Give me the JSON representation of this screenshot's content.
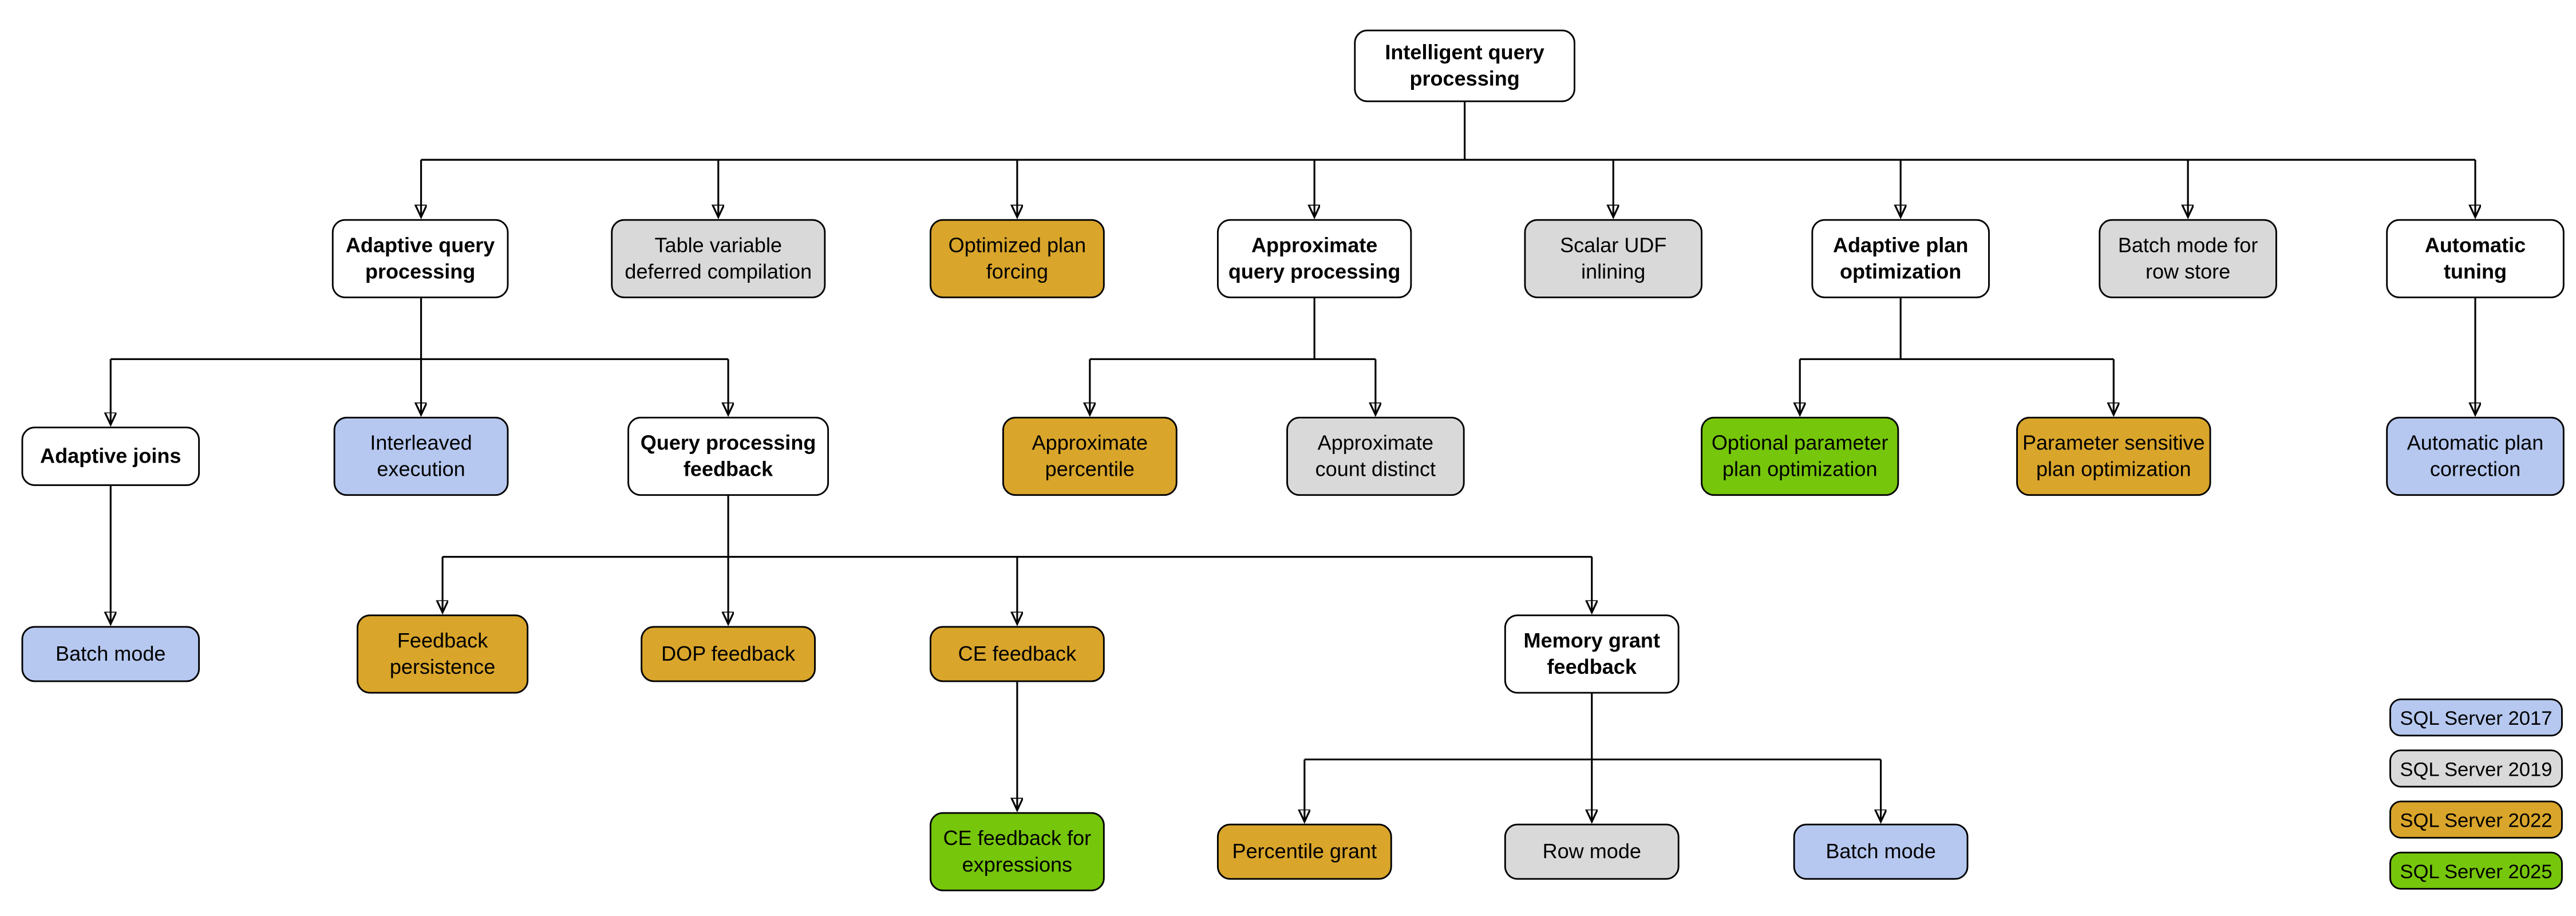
{
  "palette": {
    "category": "#FFFFFF",
    "version_2017": "#B6C8F0",
    "version_2019": "#D9D9D9",
    "version_2022": "#D9A52B",
    "version_2025": "#76C60C",
    "border": "#000000"
  },
  "nodes": {
    "intelligent_query_processing": {
      "label": "Intelligent query processing",
      "version": "category"
    },
    "adaptive_query_processing": {
      "label": "Adaptive query processing",
      "version": "category"
    },
    "table_variable_deferred_compilation": {
      "label": "Table variable deferred compilation",
      "version": "SQL Server 2019"
    },
    "optimized_plan_forcing": {
      "label": "Optimized plan forcing",
      "version": "SQL Server 2022"
    },
    "approximate_query_processing": {
      "label": "Approximate query processing",
      "version": "category"
    },
    "scalar_udf_inlining": {
      "label": "Scalar UDF inlining",
      "version": "SQL Server 2019"
    },
    "adaptive_plan_optimization": {
      "label": "Adaptive plan optimization",
      "version": "category"
    },
    "batch_mode_for_row_store": {
      "label": "Batch mode for row store",
      "version": "SQL Server 2019"
    },
    "automatic_tuning": {
      "label": "Automatic tuning",
      "version": "category"
    },
    "adaptive_joins": {
      "label": "Adaptive joins",
      "version": "category"
    },
    "interleaved_execution": {
      "label": "Interleaved execution",
      "version": "SQL Server 2017"
    },
    "query_processing_feedback": {
      "label": "Query processing feedback",
      "version": "category"
    },
    "approximate_percentile": {
      "label": "Approximate percentile",
      "version": "SQL Server 2022"
    },
    "approximate_count_distinct": {
      "label": "Approximate count distinct",
      "version": "SQL Server 2019"
    },
    "optional_parameter_plan_optimization": {
      "label": "Optional parameter plan optimization",
      "version": "SQL Server 2025"
    },
    "parameter_sensitive_plan_optimization": {
      "label": "Parameter sensitive plan optimization",
      "version": "SQL Server 2022"
    },
    "automatic_plan_correction": {
      "label": "Automatic plan correction",
      "version": "SQL Server 2017"
    },
    "batch_mode_adaptive": {
      "label": "Batch mode",
      "version": "SQL Server 2017"
    },
    "feedback_persistence": {
      "label": "Feedback persistence",
      "version": "SQL Server 2022"
    },
    "dop_feedback": {
      "label": "DOP feedback",
      "version": "SQL Server 2022"
    },
    "ce_feedback": {
      "label": "CE feedback",
      "version": "SQL Server 2022"
    },
    "memory_grant_feedback": {
      "label": "Memory grant feedback",
      "version": "category"
    },
    "ce_feedback_for_expressions": {
      "label": "CE feedback for expressions",
      "version": "SQL Server 2025"
    },
    "percentile_grant": {
      "label": "Percentile grant",
      "version": "SQL Server 2022"
    },
    "row_mode": {
      "label": "Row mode",
      "version": "SQL Server 2019"
    },
    "batch_mode_memory": {
      "label": "Batch mode",
      "version": "SQL Server 2017"
    }
  },
  "edges": [
    [
      "intelligent_query_processing",
      "adaptive_query_processing"
    ],
    [
      "intelligent_query_processing",
      "table_variable_deferred_compilation"
    ],
    [
      "intelligent_query_processing",
      "optimized_plan_forcing"
    ],
    [
      "intelligent_query_processing",
      "approximate_query_processing"
    ],
    [
      "intelligent_query_processing",
      "scalar_udf_inlining"
    ],
    [
      "intelligent_query_processing",
      "adaptive_plan_optimization"
    ],
    [
      "intelligent_query_processing",
      "batch_mode_for_row_store"
    ],
    [
      "intelligent_query_processing",
      "automatic_tuning"
    ],
    [
      "adaptive_query_processing",
      "adaptive_joins"
    ],
    [
      "adaptive_query_processing",
      "interleaved_execution"
    ],
    [
      "adaptive_query_processing",
      "query_processing_feedback"
    ],
    [
      "approximate_query_processing",
      "approximate_percentile"
    ],
    [
      "approximate_query_processing",
      "approximate_count_distinct"
    ],
    [
      "adaptive_plan_optimization",
      "optional_parameter_plan_optimization"
    ],
    [
      "adaptive_plan_optimization",
      "parameter_sensitive_plan_optimization"
    ],
    [
      "automatic_tuning",
      "automatic_plan_correction"
    ],
    [
      "adaptive_joins",
      "batch_mode_adaptive"
    ],
    [
      "query_processing_feedback",
      "feedback_persistence"
    ],
    [
      "query_processing_feedback",
      "dop_feedback"
    ],
    [
      "query_processing_feedback",
      "ce_feedback"
    ],
    [
      "query_processing_feedback",
      "memory_grant_feedback"
    ],
    [
      "ce_feedback",
      "ce_feedback_for_expressions"
    ],
    [
      "memory_grant_feedback",
      "percentile_grant"
    ],
    [
      "memory_grant_feedback",
      "row_mode"
    ],
    [
      "memory_grant_feedback",
      "batch_mode_memory"
    ]
  ],
  "legend": {
    "items": [
      {
        "label": "SQL Server 2017",
        "color": "#B6C8F0"
      },
      {
        "label": "SQL Server 2019",
        "color": "#D9D9D9"
      },
      {
        "label": "SQL Server 2022",
        "color": "#D9A52B"
      },
      {
        "label": "SQL Server 2025",
        "color": "#76C60C"
      }
    ]
  }
}
